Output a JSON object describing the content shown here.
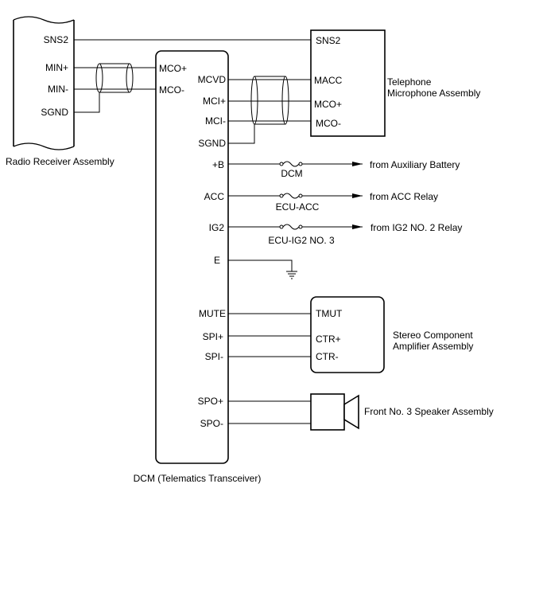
{
  "radio": {
    "name": "Radio Receiver Assembly",
    "pins": {
      "sns2": "SNS2",
      "min_plus": "MIN+",
      "min_minus": "MIN-",
      "sgnd": "SGND"
    }
  },
  "dcm": {
    "name": "DCM (Telematics Transceiver)",
    "pins": {
      "mco_plus": "MCO+",
      "mco_minus": "MCO-",
      "mcvd": "MCVD",
      "mci_plus": "MCI+",
      "mci_minus": "MCI-",
      "sgnd": "SGND",
      "plus_b": "+B",
      "acc": "ACC",
      "ig2": "IG2",
      "e": "E",
      "mute": "MUTE",
      "spi_plus": "SPI+",
      "spi_minus": "SPI-",
      "spo_plus": "SPO+",
      "spo_minus": "SPO-"
    }
  },
  "telephone": {
    "name_line1": "Telephone",
    "name_line2": "Microphone Assembly",
    "pins": {
      "sns2": "SNS2",
      "macc": "MACC",
      "mco_plus": "MCO+",
      "mco_minus": "MCO-"
    }
  },
  "stereo": {
    "name_line1": "Stereo Component",
    "name_line2": "Amplifier Assembly",
    "pins": {
      "tmut": "TMUT",
      "ctr_plus": "CTR+",
      "ctr_minus": "CTR-"
    }
  },
  "speaker": {
    "name": "Front No. 3 Speaker Assembly"
  },
  "fuses": {
    "dcm": "DCM",
    "ecu_acc": "ECU-ACC",
    "ecu_ig2": "ECU-IG2 NO. 3"
  },
  "sources": {
    "aux_battery": "from Auxiliary Battery",
    "acc_relay": "from ACC Relay",
    "ig2_relay": "from IG2 NO. 2 Relay"
  }
}
